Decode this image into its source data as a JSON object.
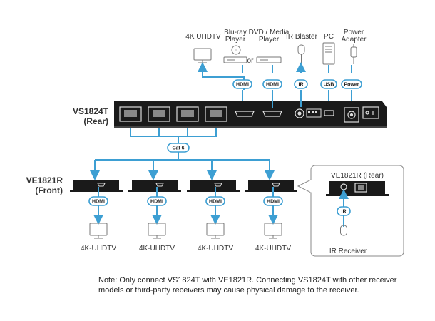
{
  "devices_top": {
    "tv": "4K UHDTV",
    "bluray": [
      "Blu-ray",
      "Player"
    ],
    "or": "or",
    "dvd": [
      "DVD / Media",
      "Player"
    ],
    "ir_blaster": "IR Blaster",
    "pc": "PC",
    "power": [
      "Power",
      "Adapter"
    ]
  },
  "tags": {
    "hdmi": "HDMI",
    "ir": "IR",
    "usb": "USB",
    "power": "Power",
    "cat6": "Cat 6"
  },
  "transmitter": [
    "VS1824T",
    "(Rear)"
  ],
  "receivers": [
    "VE1821R",
    "(Front)"
  ],
  "outputs": [
    "4K-UHDTV",
    "4K-UHDTV",
    "4K-UHDTV",
    "4K-UHDTV"
  ],
  "inset": {
    "title": "VE1821R (Rear)",
    "tag": "IR",
    "label": "IR Receiver"
  },
  "note": [
    "Note: Only connect VS1824T with VE1821R. Connecting VS1824T with other receiver",
    "models or third-party receivers may cause physical damage to the receiver."
  ],
  "colors": {
    "cable": "#3d9fd3",
    "device": "#1a1a1a",
    "line": "#666666"
  }
}
